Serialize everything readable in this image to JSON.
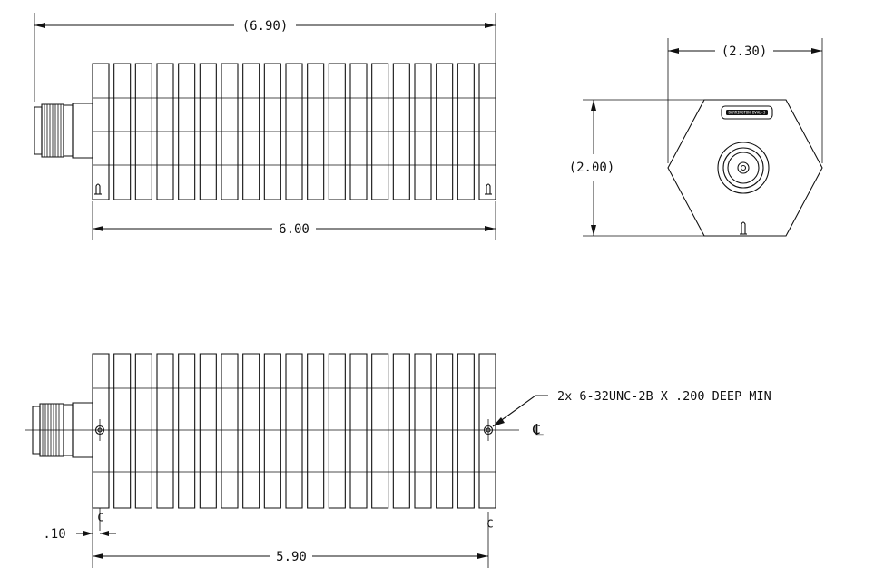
{
  "dimensions": {
    "overall_length": "(6.90)",
    "body_length": "6.00",
    "width": "(2.30)",
    "height": "(2.00)",
    "hole_spacing": "5.90",
    "hole_offset": ".10"
  },
  "callouts": {
    "tapped_holes": "2x 6-32UNC-2B X .200 DEEP MIN",
    "centerline_symbol": "℄",
    "centerline_c": "C"
  },
  "label_plate": {
    "text": "BARRINGTON BVAL-3"
  },
  "colors": {
    "line": "#111111",
    "background": "#ffffff"
  }
}
